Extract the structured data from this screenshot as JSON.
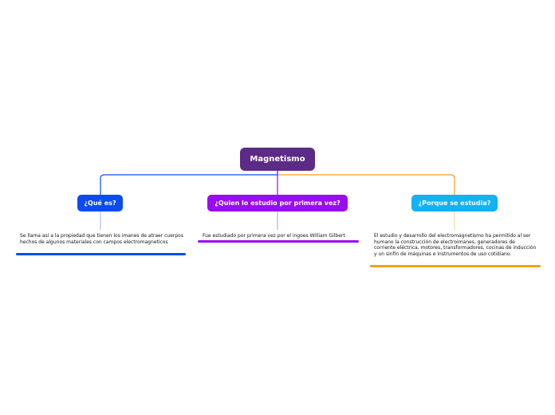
{
  "root": {
    "label": "Magnetismo",
    "color": "#5b2b86"
  },
  "topics": [
    {
      "label": "¿Qué es?",
      "color": "#0a4cf0",
      "note": "Se llama así a la propiedad que tienen los imanes de atraer cuerpos hechos de algunos materiales con campos electromagneticos"
    },
    {
      "label": "¿Quien lo estudio por primera vez?",
      "color": "#9a0cf0",
      "note": "Fue estudiado por primera vez por el ingoes William Gilbert"
    },
    {
      "label": "¿Porque se estudia?",
      "color": "#14b1f5",
      "note": "El estudio y desarrollo del electromagnetismo ha permitido al ser humano la construcción de electroimanes, generadores de corriente eléctrica, motores, transformadores, cocinas de inducción y un sinfín de máquinas e instrumentos de uso cotidiano."
    }
  ],
  "colors": {
    "branch_left": "#0a4cf0",
    "branch_center": "#9a0cf0",
    "branch_right": "#f0a11a",
    "bar_right": "#f0a11a"
  }
}
